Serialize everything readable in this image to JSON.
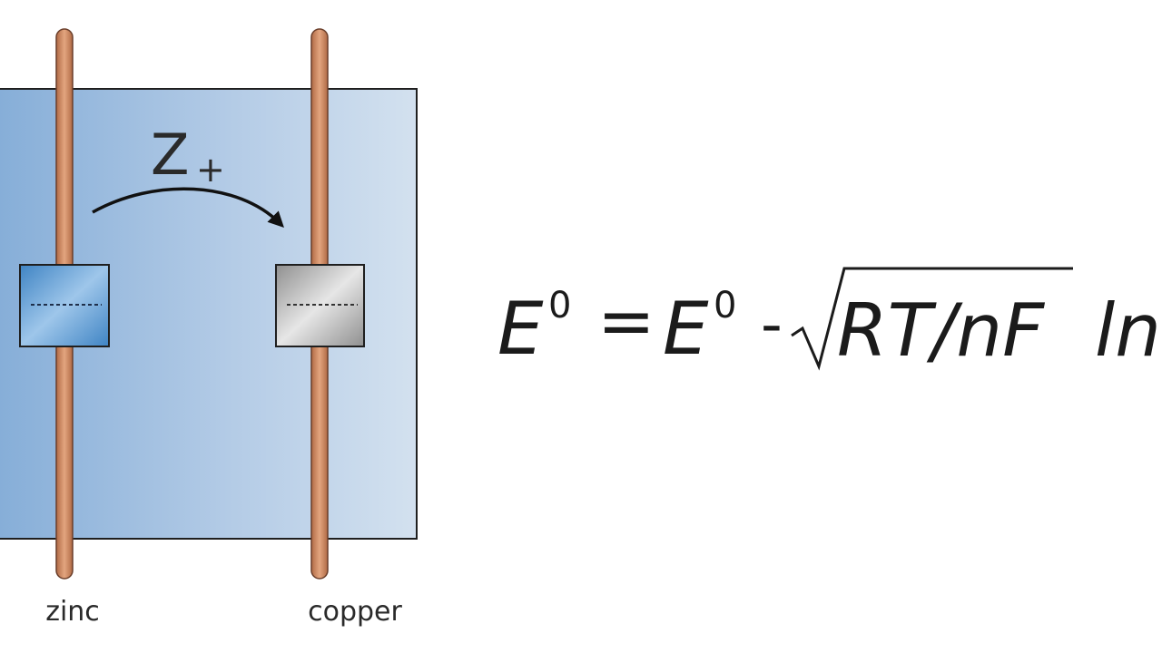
{
  "diagram": {
    "ion_label": {
      "base": "Z",
      "sub": "+"
    },
    "electrodes": [
      {
        "label": "zinc"
      },
      {
        "label": "copper"
      }
    ],
    "equation": {
      "lhs_symbol": "E",
      "lhs_sup": "0",
      "equals": "=",
      "rhs_symbol": "E",
      "rhs_sup": "0",
      "minus": "-",
      "radicand": "RT/nF",
      "tail": "ln"
    },
    "colors": {
      "solution_left": "#86aed8",
      "solution_right": "#d3e1ef",
      "rod": "#c9835e",
      "rod_edge": "#7a4a33",
      "zinc_block": "#5b98cf",
      "copper_block": "#b7b7b7"
    }
  }
}
